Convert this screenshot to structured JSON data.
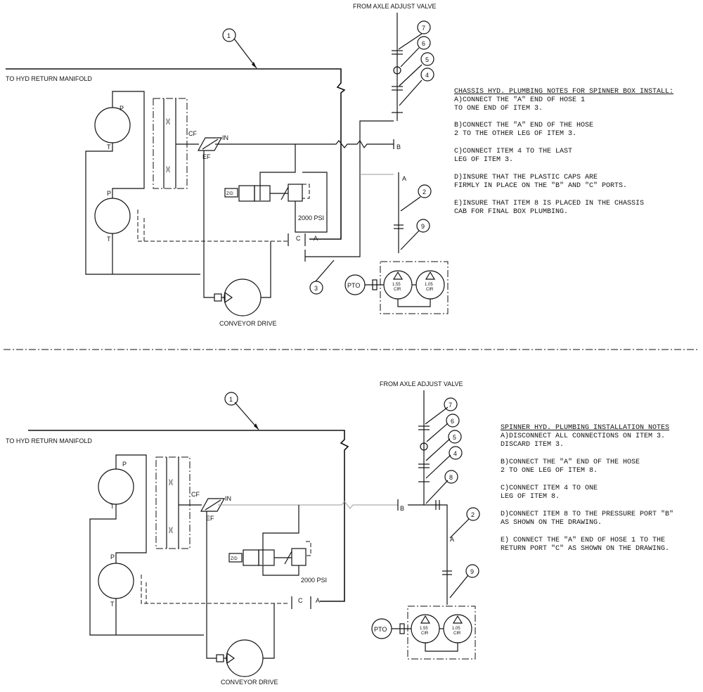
{
  "top": {
    "from_valve": "FROM AXLE ADJUST VALVE",
    "return_manifold": "TO HYD RETURN MANIFOLD",
    "pump_p": "P",
    "pump_t": "T",
    "cf": "CF",
    "ef": "EF",
    "in": "IN",
    "port_b": "B",
    "port_a": "A",
    "port_c": "C",
    "pressure": "2000 PSI",
    "pto": "PTO",
    "cir_left": "1.55",
    "cir_right": "1.05",
    "cir_unit": "CIR",
    "conveyor": "CONVEYOR DRIVE",
    "balloons": [
      "1",
      "7",
      "6",
      "5",
      "4",
      "2",
      "9",
      "3"
    ],
    "notes": [
      "CHASSIS HYD. PLUMBING NOTES FOR SPINNER BOX INSTALL:",
      "A)CONNECT THE \"A\" END OF HOSE 1",
      " TO ONE END OF ITEM 3.",
      "B)CONNECT THE \"A\" END OF THE HOSE",
      " 2 TO THE OTHER LEG OF ITEM 3.",
      "C)CONNECT ITEM 4 TO THE LAST",
      " LEG OF ITEM 3.",
      "D)INSURE THAT THE PLASTIC CAPS ARE",
      " FIRMLY IN PLACE ON THE \"B\" AND \"C\" PORTS.",
      "E)INSURE THAT ITEM 8 IS PLACED IN THE CHASSIS",
      " CAB FOR FINAL BOX PLUMBING."
    ]
  },
  "bottom": {
    "from_valve": "FROM AXLE ADJUST VALVE",
    "return_manifold": "TO HYD RETURN MANIFOLD",
    "pump_p": "P",
    "pump_t": "T",
    "cf": "CF",
    "ef": "EF",
    "in": "IN",
    "port_b": "B",
    "port_a": "A",
    "port_c": "C",
    "port_a2": "A",
    "pressure": "2000 PSI",
    "pto": "PTO",
    "cir_left": "1.55",
    "cir_right": "1.05",
    "cir_unit": "CIR",
    "conveyor": "CONVEYOR DRIVE",
    "balloons": [
      "1",
      "7",
      "6",
      "5",
      "4",
      "8",
      "2",
      "9"
    ],
    "notes": [
      "SPINNER HYD. PLUMBING INSTALLATION NOTES",
      "A)DISCONNECT ALL CONNECTIONS ON ITEM 3.",
      " DISCARD ITEM 3.",
      "B)CONNECT THE \"A\" END OF THE HOSE",
      " 2 TO ONE LEG OF ITEM 8.",
      "C)CONNECT ITEM 4 TO ONE",
      " LEG OF ITEM 8.",
      "D)CONNECT ITEM 8 TO THE PRESSURE PORT \"B\"",
      " AS SHOWN ON THE DRAWING.",
      "E) CONNECT THE \"A\" END OF HOSE 1 TO THE",
      " RETURN PORT \"C\" AS SHOWN ON THE DRAWING."
    ]
  }
}
